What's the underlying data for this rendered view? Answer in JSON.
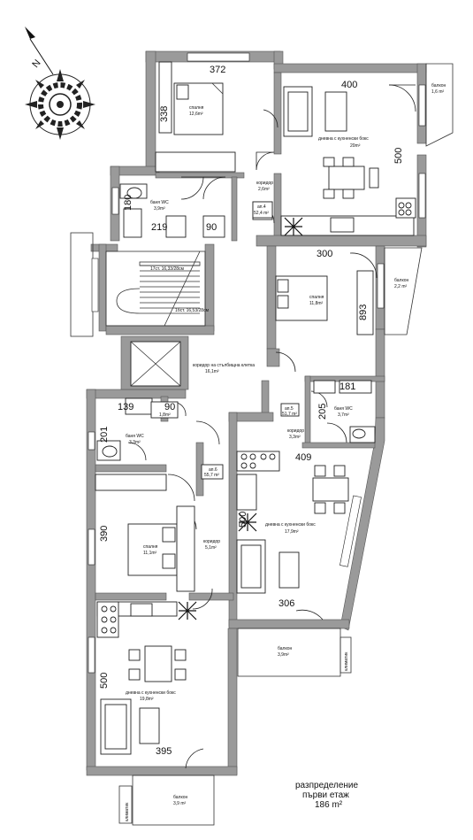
{
  "compass": {
    "north_label": "N"
  },
  "dimensions": [
    "372",
    "400",
    "338",
    "500",
    "180",
    "219",
    "90",
    "300",
    "893",
    "181",
    "205",
    "139",
    "90",
    "201",
    "409",
    "500",
    "390",
    "306",
    "500",
    "395"
  ],
  "apartment_top": {
    "bedroom": {
      "name": "спалня",
      "area": "12,6m²"
    },
    "living": {
      "name": "дневна с кухненски бокс",
      "area": "20m²"
    },
    "corridor": {
      "name": "коридор",
      "area": "2,6m²"
    },
    "bath": {
      "name": "баня WC",
      "area": "3,9m²"
    },
    "ap_tag": {
      "name": "ап.4",
      "area": "52,4 m²"
    },
    "balcony": {
      "name": "балкон",
      "area": "1,6 m²"
    }
  },
  "apartment_right": {
    "bedroom": {
      "name": "спалня",
      "area": "11,8m²"
    },
    "balcony_upper": {
      "name": "балкон",
      "area": "2,2 m²"
    },
    "bath": {
      "name": "баня WC",
      "area": "3,7m²"
    },
    "corridor": {
      "name": "коридор",
      "area": "3,3m²"
    },
    "ap_tag": {
      "name": "ап.5",
      "area": "51,7 m²"
    },
    "living": {
      "name": "дневна с кухненски бокс",
      "area": "17,9m²"
    },
    "balcony_lower": {
      "name": "балкон",
      "area": "3,9m²"
    },
    "climate": "климатик"
  },
  "apartment_left": {
    "bath": {
      "name": "баня WC",
      "area": "3,3m²"
    },
    "storage": {
      "name": "",
      "area": "1,8m²"
    },
    "ap_tag": {
      "name": "ап.6",
      "area": "55,7 m²"
    },
    "bedroom": {
      "name": "спалня",
      "area": "11,1m²"
    },
    "corridor": {
      "name": "коридор",
      "area": "5,1m²"
    },
    "living": {
      "name": "дневна с кухненски бокс",
      "area": "19,8m²"
    },
    "balcony": {
      "name": "балкон",
      "area": "3,9 m²"
    },
    "climate": "климатик"
  },
  "common": {
    "stairs_upper": "17ст. 16,33/28см",
    "stairs_lower": "1бст. 16,53/28см",
    "hall": {
      "name": "коридор на стълбищна клетка",
      "area": "16,1m²"
    }
  },
  "caption": {
    "line1": "разпределение",
    "line2": "първи етаж",
    "area": "186 m²"
  }
}
